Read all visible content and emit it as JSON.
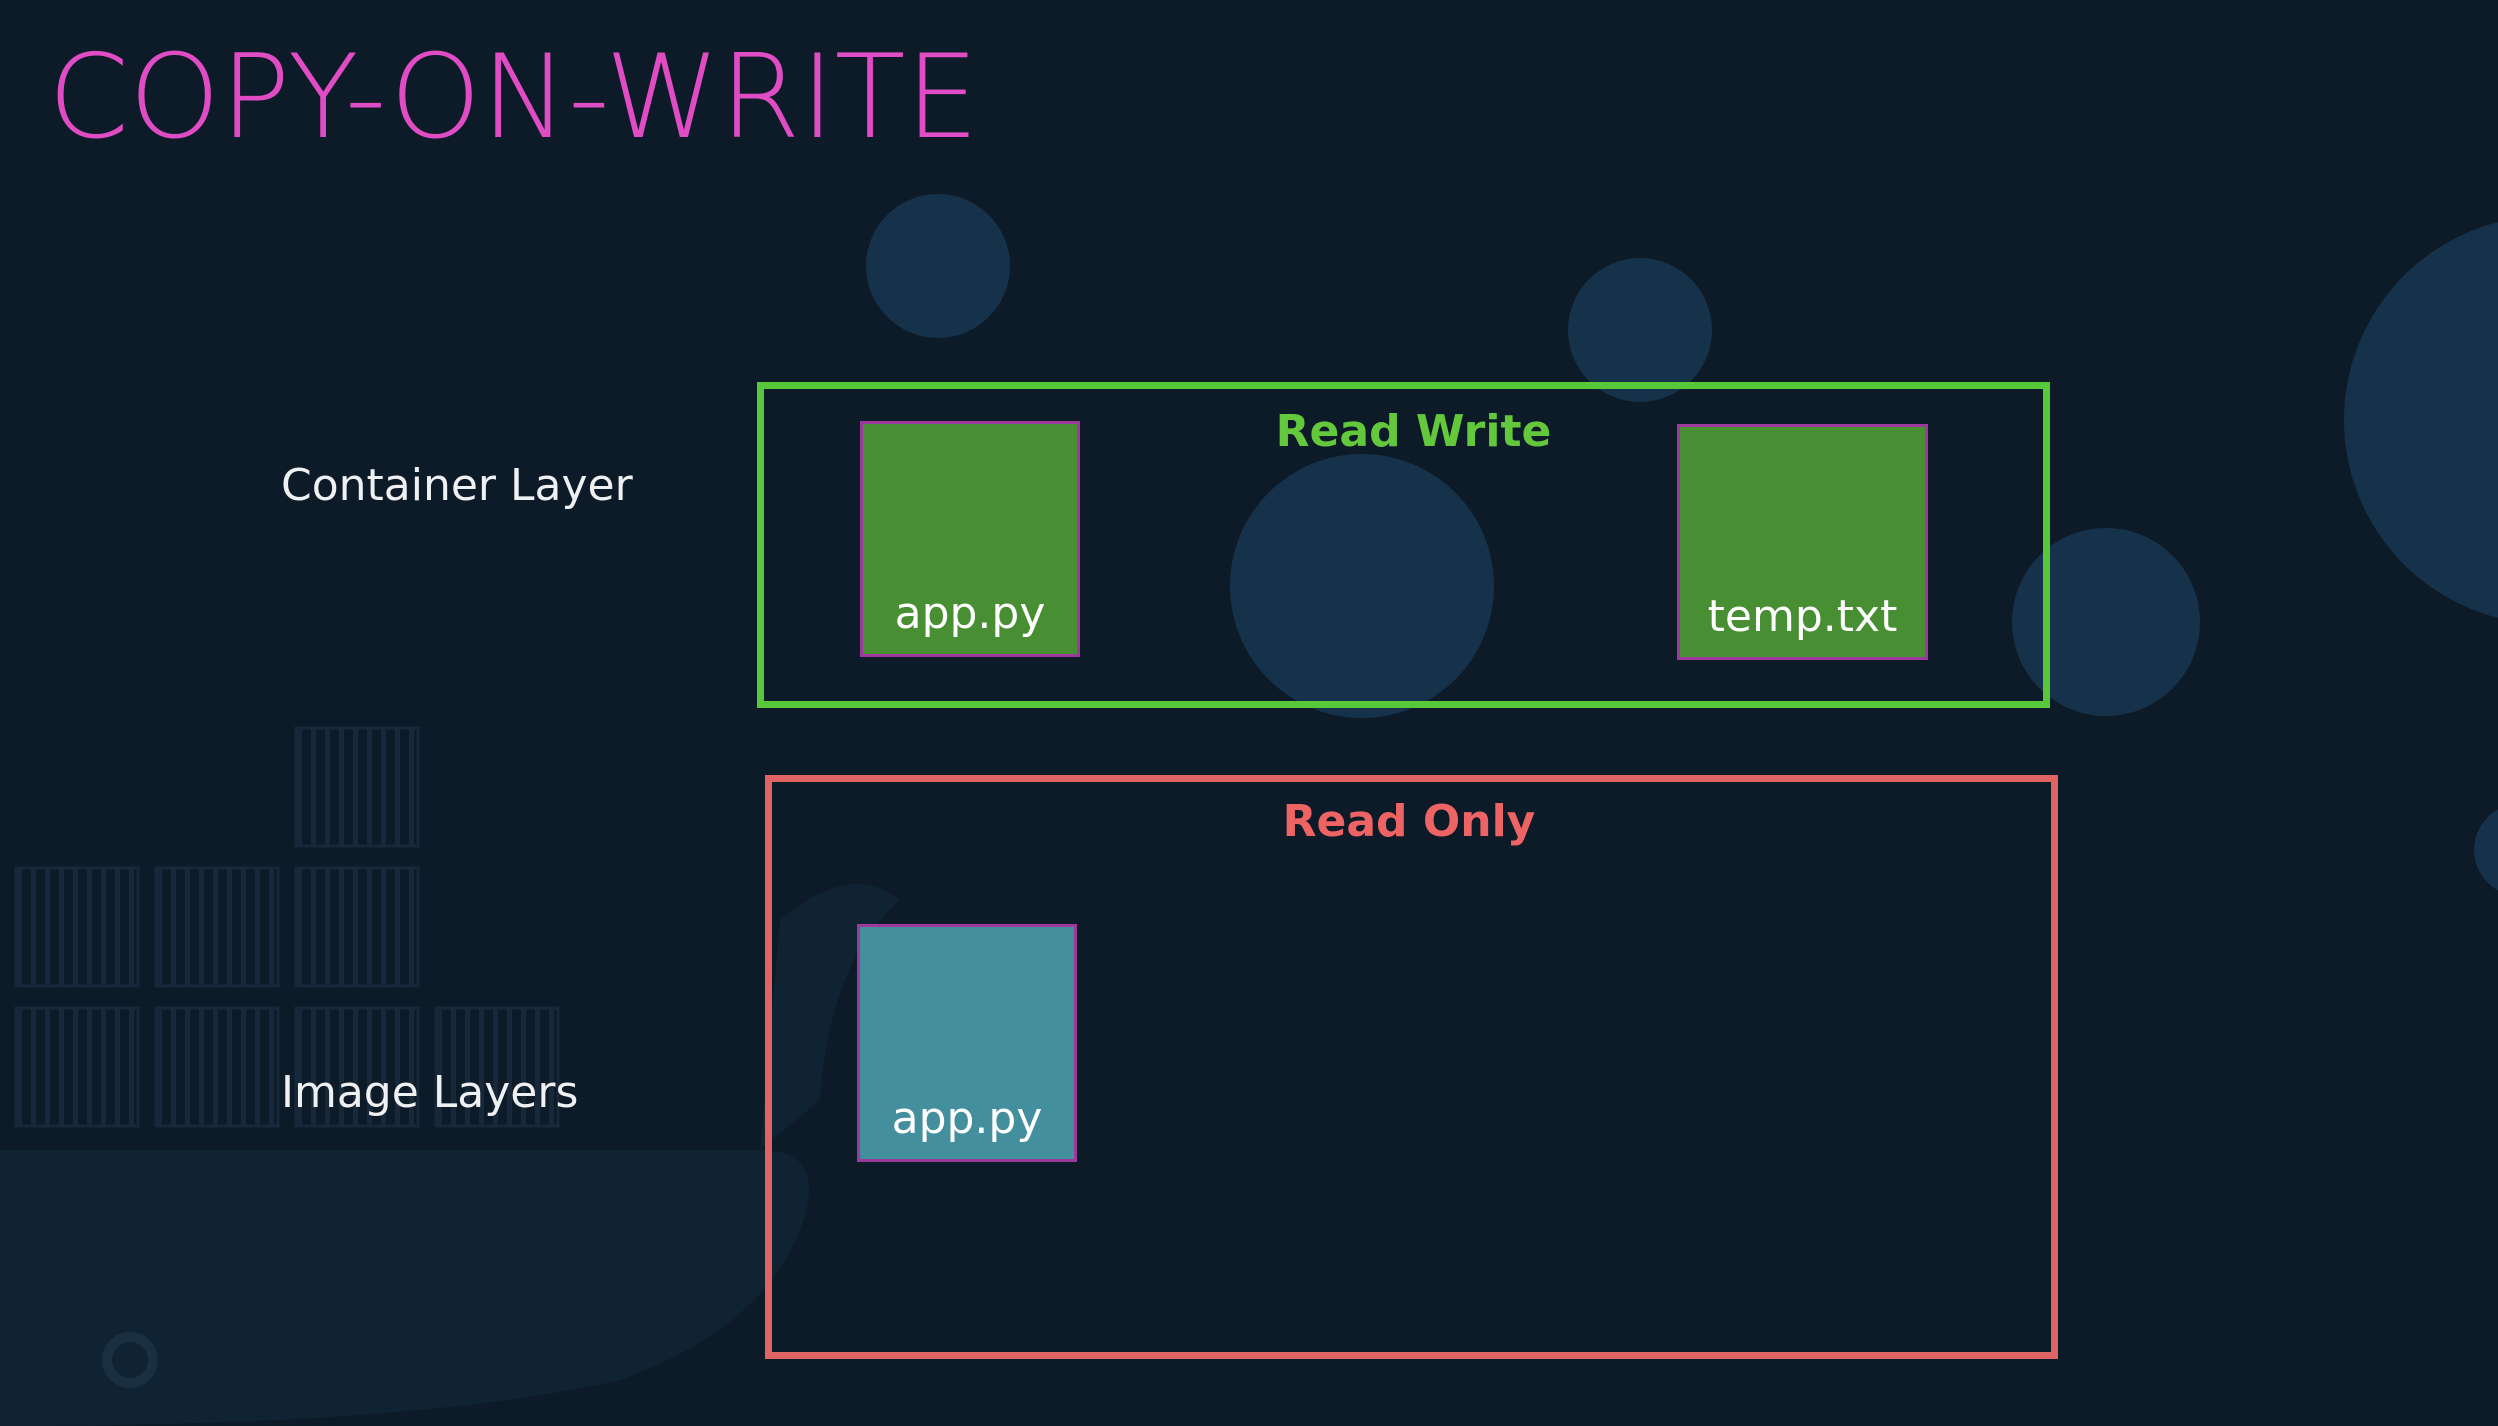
{
  "slide": {
    "title": "COPY-ON-WRITE",
    "colors": {
      "background": "#0d1a28",
      "title": "#e04cc4",
      "read_write_border": "#57c83a",
      "read_only_border": "#e06464",
      "writable_file_fill": "#478f32",
      "image_file_fill": "#448f9d",
      "file_border": "#9b3a9c"
    }
  },
  "layers": {
    "container": {
      "label": "Container Layer",
      "mode": "Read Write",
      "files": [
        "app.py",
        "temp.txt"
      ]
    },
    "image": {
      "label": "Image Layers",
      "mode": "Read Only",
      "files": [
        "app.py"
      ]
    }
  }
}
